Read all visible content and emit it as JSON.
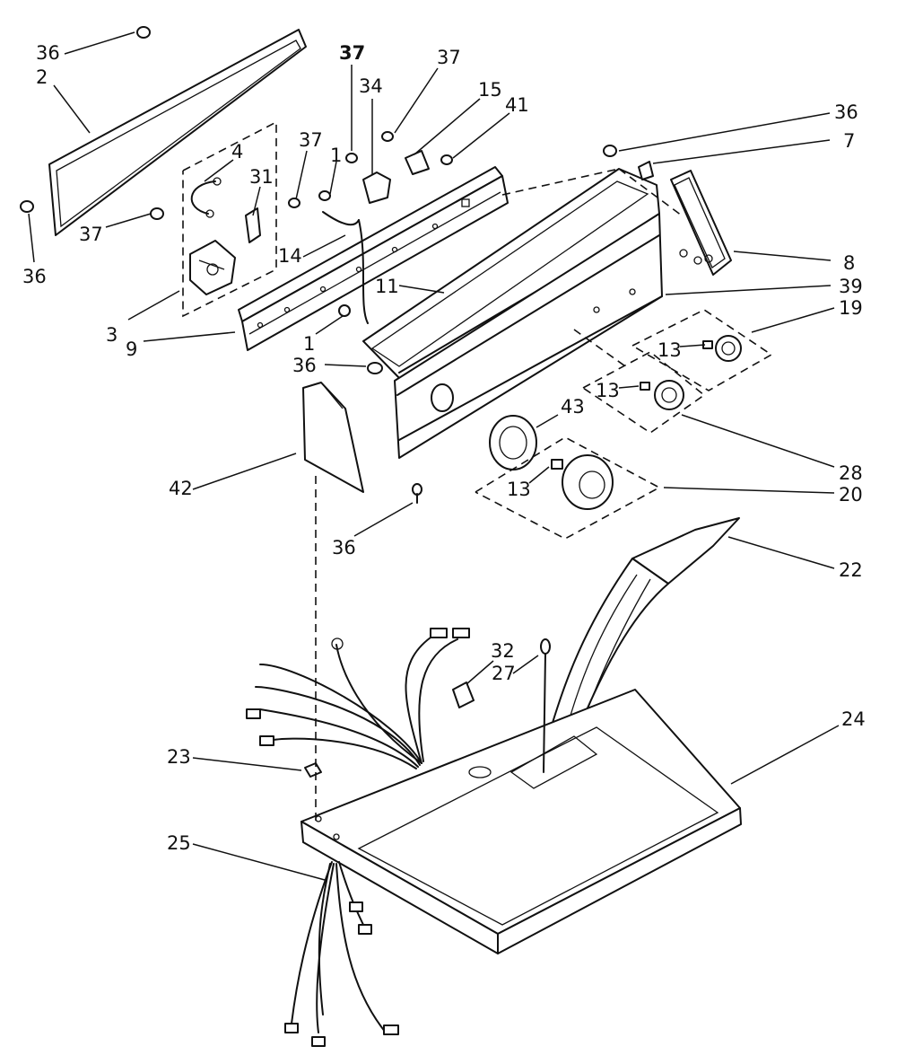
{
  "colors": {
    "ink": "#111111",
    "paper": "#ffffff"
  },
  "callouts": [
    {
      "id": "c36a",
      "text": "36"
    },
    {
      "id": "c2",
      "text": "2"
    },
    {
      "id": "c36b",
      "text": "36"
    },
    {
      "id": "c37a",
      "text": "37"
    },
    {
      "id": "c4",
      "text": "4"
    },
    {
      "id": "c31",
      "text": "31"
    },
    {
      "id": "c37b",
      "text": "37"
    },
    {
      "id": "c1a",
      "text": "1"
    },
    {
      "id": "c14",
      "text": "14"
    },
    {
      "id": "c3",
      "text": "3"
    },
    {
      "id": "c9",
      "text": "9"
    },
    {
      "id": "c1b",
      "text": "1"
    },
    {
      "id": "c36c",
      "text": "36"
    },
    {
      "id": "c37c",
      "text": "37"
    },
    {
      "id": "c34",
      "text": "34"
    },
    {
      "id": "c37d",
      "text": "37"
    },
    {
      "id": "c15",
      "text": "15"
    },
    {
      "id": "c41",
      "text": "41"
    },
    {
      "id": "c11",
      "text": "11"
    },
    {
      "id": "c36d",
      "text": "36"
    },
    {
      "id": "c7",
      "text": "7"
    },
    {
      "id": "c8",
      "text": "8"
    },
    {
      "id": "c39",
      "text": "39"
    },
    {
      "id": "c19",
      "text": "19"
    },
    {
      "id": "c13a",
      "text": "13"
    },
    {
      "id": "c13b",
      "text": "13"
    },
    {
      "id": "c43",
      "text": "43"
    },
    {
      "id": "c28",
      "text": "28"
    },
    {
      "id": "c13c",
      "text": "13"
    },
    {
      "id": "c20",
      "text": "20"
    },
    {
      "id": "c42",
      "text": "42"
    },
    {
      "id": "c36e",
      "text": "36"
    },
    {
      "id": "c22",
      "text": "22"
    },
    {
      "id": "c32",
      "text": "32"
    },
    {
      "id": "c27",
      "text": "27"
    },
    {
      "id": "c24",
      "text": "24"
    },
    {
      "id": "c23",
      "text": "23"
    },
    {
      "id": "c25",
      "text": "25"
    }
  ]
}
